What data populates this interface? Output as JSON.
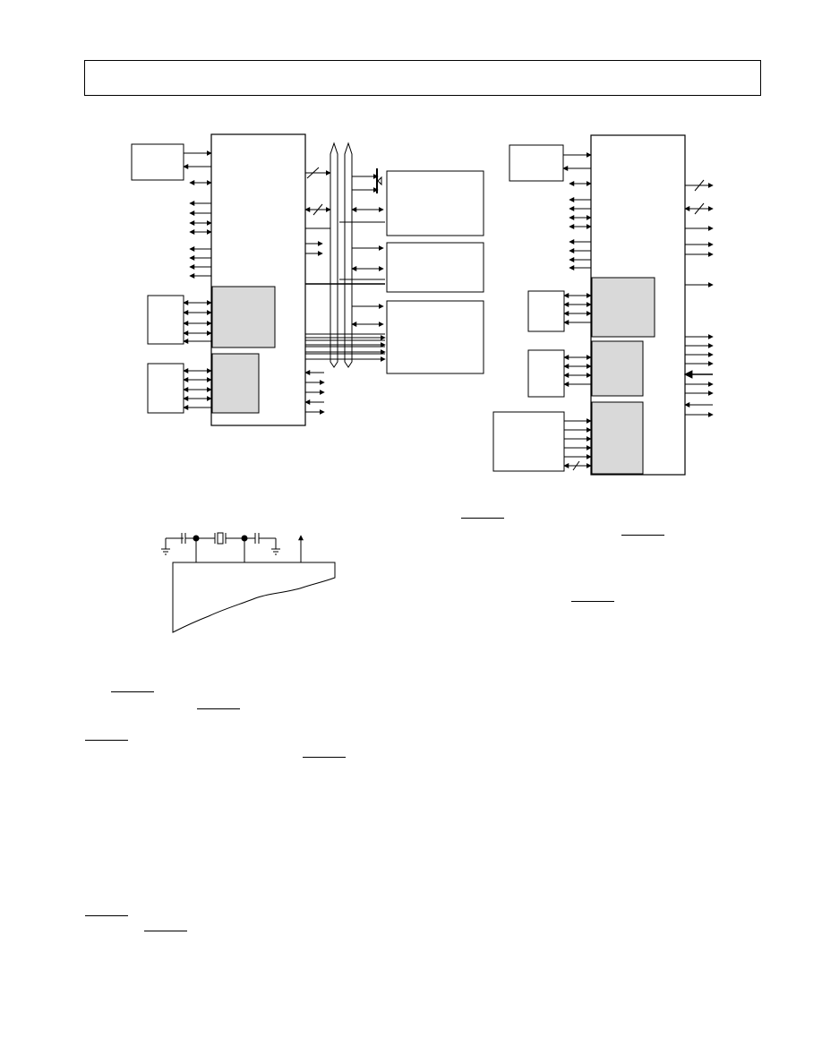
{
  "header": {
    "title": ""
  },
  "colors": {
    "line": "#000000",
    "shaded_block": "#d9d9d9",
    "background": "#ffffff"
  },
  "figures": [
    {
      "name": "dsp-system-with-external-memory-and-peripherals",
      "labels": []
    },
    {
      "name": "dsp-system-with-serial-ports-and-host-interface",
      "labels": []
    },
    {
      "name": "crystal-oscillator-connection",
      "labels": []
    }
  ],
  "body_text": []
}
